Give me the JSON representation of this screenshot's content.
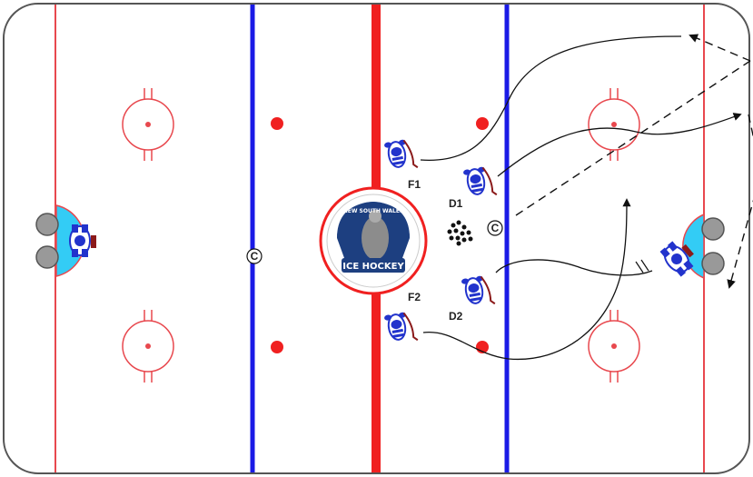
{
  "rink": {
    "board_color": "#555555",
    "goal_line_color": "#e8484e",
    "blue_line_color": "#1a1ae6",
    "red_line_color": "#f02020",
    "crease_color": "#33ccf5",
    "skater_color": "#2233cc"
  },
  "labels": {
    "f1": "F1",
    "f2": "F2",
    "d1": "D1",
    "d2": "D2",
    "coach_left": "C",
    "coach_right": "C"
  },
  "logo": {
    "top_text": "NEW SOUTH WALES",
    "bottom_text": "ICE HOCKEY"
  },
  "icons": [
    "puck-pile-icon",
    "skater-icon",
    "goalie-icon",
    "net-icon",
    "coach-icon",
    "faceoff-circle-icon",
    "faceoff-dot-icon"
  ]
}
